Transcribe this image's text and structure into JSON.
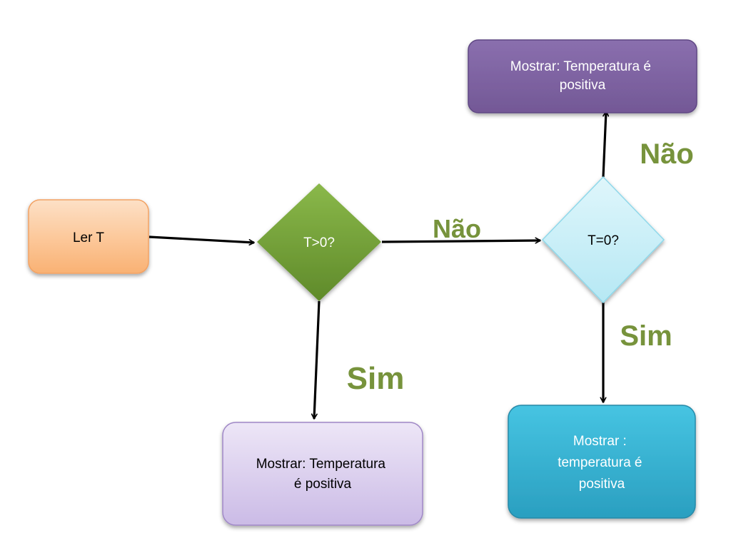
{
  "nodes": {
    "ler_t": {
      "label": "Ler T"
    },
    "decision_gt0": {
      "label": "T>0?"
    },
    "decision_eq0": {
      "label": "T=0?"
    },
    "output_top": {
      "lines": [
        "Mostrar: Temperatura é",
        "positiva"
      ]
    },
    "output_bottom_left": {
      "lines": [
        "Mostrar: Temperatura",
        "é  positiva"
      ]
    },
    "output_bottom_right": {
      "lines": [
        "Mostrar :",
        "temperatura é",
        "positiva"
      ]
    }
  },
  "edge_labels": {
    "nao_middle": "Não",
    "nao_top": "Não",
    "sim_left": "Sim",
    "sim_right": "Sim"
  },
  "colors": {
    "ler_t_fill": "#fbc79a",
    "ler_t_stroke": "#f2a264",
    "decision_gt0_fill": "#76a037",
    "decision_eq0_fill": "#c9eff8",
    "decision_eq0_stroke": "#8fd8ea",
    "output_top_fill": "#7f63a1",
    "output_bottom_left_fill": "#dcd0ef",
    "output_bottom_left_stroke": "#9f87c6",
    "output_bottom_right_fill": "#2fb3d3",
    "label_green": "#77933c",
    "arrow": "#000000"
  }
}
